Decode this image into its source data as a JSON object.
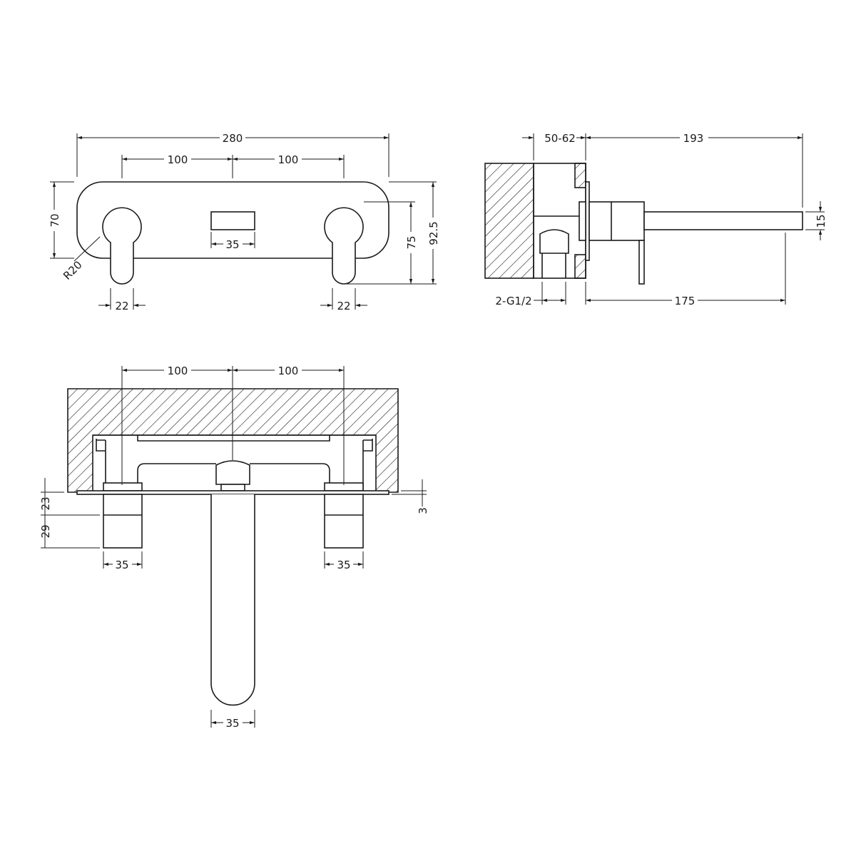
{
  "front_view": {
    "overall_width": "280",
    "handle_spacing_left": "100",
    "handle_spacing_right": "100",
    "outlet_width": "35",
    "plate_height": "70",
    "plate_radius": "R20",
    "handle_height": "75",
    "overall_height": "92.5",
    "handle_width_left": "22",
    "handle_width_right": "22"
  },
  "side_view": {
    "wall_depth": "50-62",
    "projection_total": "193",
    "spout_thickness": "15",
    "spout_projection": "175",
    "inlet": "2-G1/2"
  },
  "top_view": {
    "handle_spacing_left": "100",
    "handle_spacing_right": "100",
    "handle_lower_height": "23",
    "handle_upper_height": "29",
    "plate_thickness": "3",
    "handle_diameter_left": "35",
    "handle_diameter_right": "35",
    "spout_width": "35"
  }
}
